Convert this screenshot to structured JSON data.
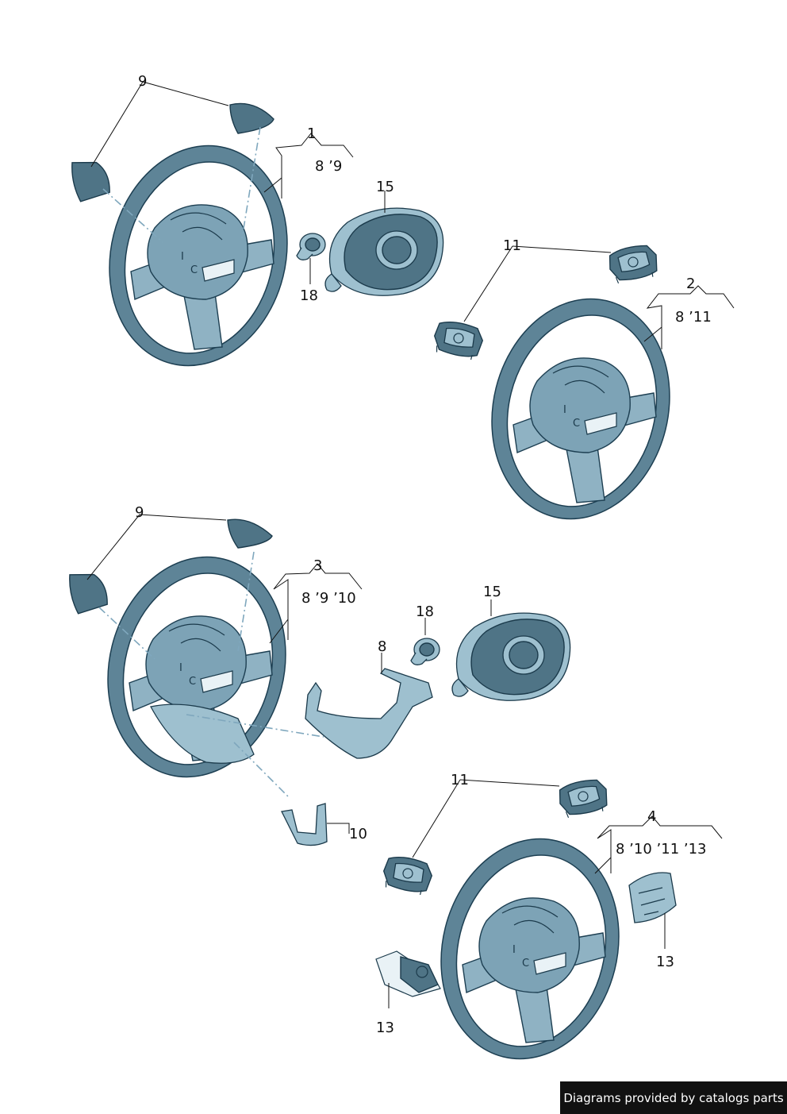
{
  "callouts": {
    "c9a": "9",
    "c1": "1",
    "c1_sub": "8 ’9",
    "c15a": "15",
    "c18a": "18",
    "c11a": "11",
    "c2": "2",
    "c2_sub": "8 ’11",
    "c9b": "9",
    "c3": "3",
    "c3_sub": "8 ’9 ’10",
    "c18b": "18",
    "c15b": "15",
    "c8": "8",
    "c10": "10",
    "c11b": "11",
    "c4": "4",
    "c4_sub": "8 ’10 ’11 ’13",
    "c13a": "13",
    "c13b": "13"
  },
  "credit": "Diagrams provided by catalogs parts",
  "colors": {
    "part_dark": "#4f7486",
    "part_light": "#9ec0cf",
    "outline": "#1b3a4b",
    "dash_line": "#7fa7bd",
    "credit_bg": "#111111"
  }
}
